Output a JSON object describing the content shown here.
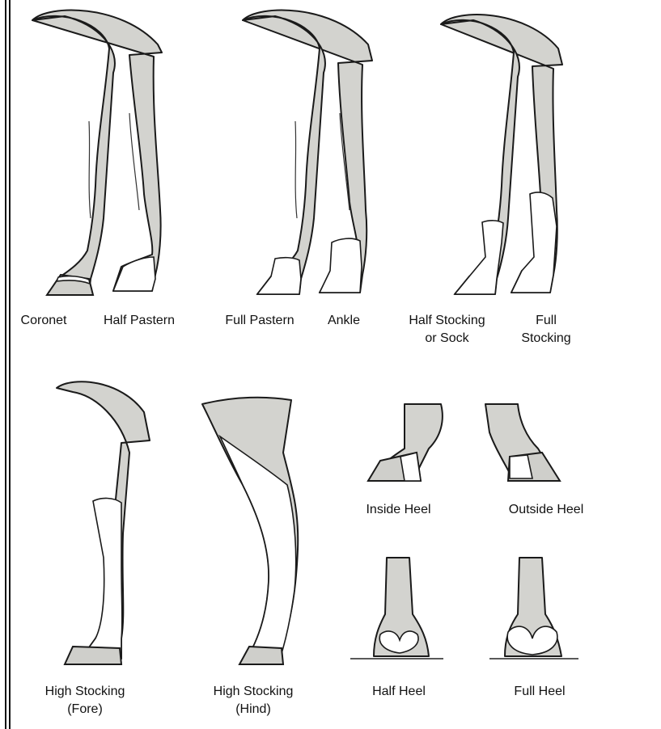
{
  "labels": {
    "coronet": "Coronet",
    "half_pastern": "Half Pastern",
    "full_pastern": "Full Pastern",
    "ankle": "Ankle",
    "half_stocking": "Half Stocking\nor Sock",
    "full_stocking": "Full\nStocking",
    "high_stocking_fore": "High Stocking\n(Fore)",
    "high_stocking_hind": "High Stocking\n(Hind)",
    "inside_heel": "Inside Heel",
    "outside_heel": "Outside Heel",
    "half_heel": "Half Heel",
    "full_heel": "Full Heel"
  }
}
